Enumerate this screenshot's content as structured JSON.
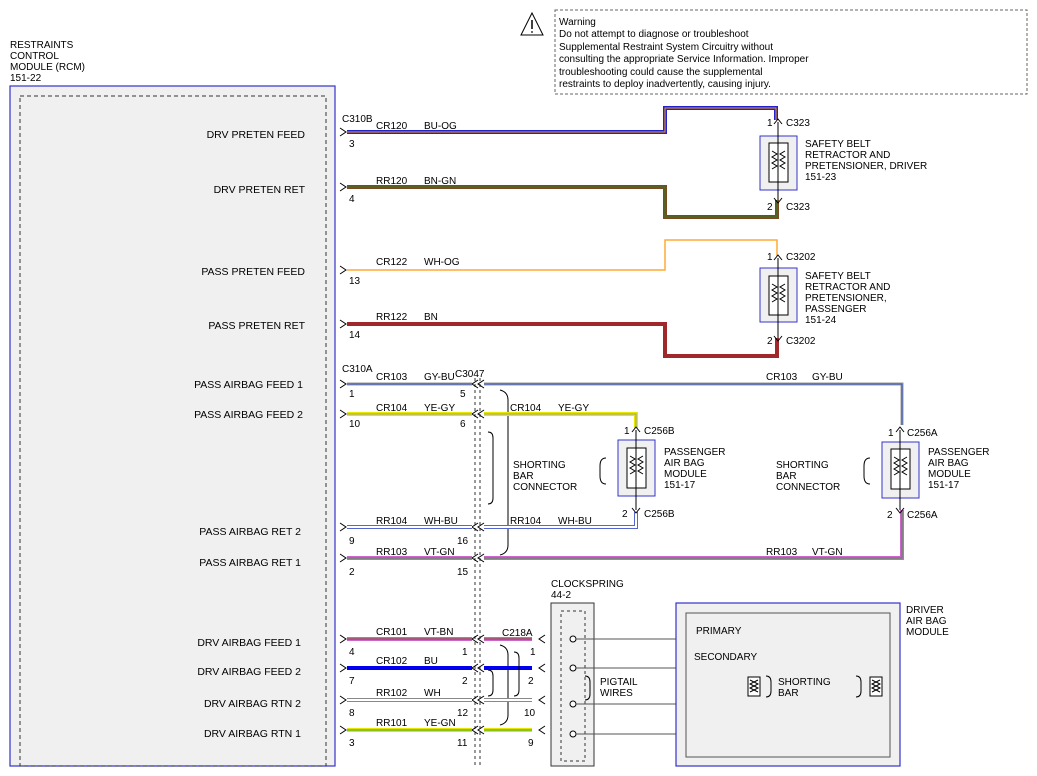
{
  "warning": {
    "title": "Warning",
    "lines": [
      "Do not attempt to diagnose or troubleshoot",
      "Supplemental Restraint System Circuitry without",
      "consulting the appropriate Service Information. Improper",
      "troubleshooting could cause the supplemental",
      "restraints to deploy inadvertently, causing injury."
    ]
  },
  "rcm": {
    "title_lines": [
      "RESTRAINTS",
      "CONTROL",
      "MODULE (RCM)",
      "151-22"
    ],
    "connector_b": "C310B",
    "connector_a": "C310A",
    "pins": [
      {
        "label": "DRV PRETEN FEED",
        "pin": "3"
      },
      {
        "label": "DRV PRETEN RET",
        "pin": "4"
      },
      {
        "label": "PASS PRETEN FEED",
        "pin": "13"
      },
      {
        "label": "PASS PRETEN RET",
        "pin": "14"
      },
      {
        "label": "PASS AIRBAG FEED 1",
        "pin": "1"
      },
      {
        "label": "PASS AIRBAG FEED 2",
        "pin": "10"
      },
      {
        "label": "PASS AIRBAG RET 2",
        "pin": "9"
      },
      {
        "label": "PASS AIRBAG RET 1",
        "pin": "2"
      },
      {
        "label": "DRV AIRBAG FEED 1",
        "pin": "4"
      },
      {
        "label": "DRV AIRBAG FEED 2",
        "pin": "7"
      },
      {
        "label": "DRV AIRBAG RTN 2",
        "pin": "8"
      },
      {
        "label": "DRV AIRBAG RTN 1",
        "pin": "3"
      }
    ]
  },
  "circuits": [
    {
      "circuit": "CR120",
      "color": "BU-OG"
    },
    {
      "circuit": "RR120",
      "color": "BN-GN"
    },
    {
      "circuit": "CR122",
      "color": "WH-OG"
    },
    {
      "circuit": "RR122",
      "color": "BN"
    },
    {
      "circuit": "CR103",
      "color": "GY-BU"
    },
    {
      "circuit": "CR104",
      "color": "YE-GY"
    },
    {
      "circuit": "RR104",
      "color": "WH-BU"
    },
    {
      "circuit": "RR103",
      "color": "VT-GN"
    },
    {
      "circuit": "CR101",
      "color": "VT-BN"
    },
    {
      "circuit": "CR102",
      "color": "BU"
    },
    {
      "circuit": "RR102",
      "color": "WH"
    },
    {
      "circuit": "RR101",
      "color": "YE-GN"
    }
  ],
  "right_circuits": {
    "cr103": {
      "circuit": "CR103",
      "color": "GY-BU"
    },
    "cr104": {
      "circuit": "CR104",
      "color": "YE-GY"
    },
    "rr104": {
      "circuit": "RR104",
      "color": "WH-BU"
    },
    "rr103": {
      "circuit": "RR103",
      "color": "VT-GN"
    }
  },
  "c3047": {
    "name": "C3047",
    "pins": [
      "5",
      "6",
      "16",
      "15",
      "1",
      "2",
      "12",
      "11"
    ]
  },
  "c218a": {
    "name": "C218A",
    "pins": [
      "1",
      "2",
      "10",
      "9"
    ]
  },
  "driver_pret": {
    "name_lines": [
      "SAFETY BELT",
      "RETRACTOR AND",
      "PRETENSIONER, DRIVER",
      "151-23"
    ],
    "top_conn": "C323",
    "bottom_conn": "C323",
    "top_pin": "1",
    "bottom_pin": "2"
  },
  "pass_pret": {
    "name_lines": [
      "SAFETY BELT",
      "RETRACTOR AND",
      "PRETENSIONER,",
      "PASSENGER",
      "151-24"
    ],
    "top_conn": "C3202",
    "bottom_conn": "C3202",
    "top_pin": "1",
    "bottom_pin": "2"
  },
  "pab_b": {
    "name_lines": [
      "PASSENGER",
      "AIR BAG",
      "MODULE",
      "151-17"
    ],
    "top_conn": "C256B",
    "bottom_conn": "C256B",
    "top_pin": "1",
    "bottom_pin": "2",
    "shorting_lines": [
      "SHORTING",
      "BAR",
      "CONNECTOR"
    ]
  },
  "pab_a": {
    "name_lines": [
      "PASSENGER",
      "AIR BAG",
      "MODULE",
      "151-17"
    ],
    "top_conn": "C256A",
    "bottom_conn": "C256A",
    "top_pin": "1",
    "bottom_pin": "2",
    "shorting_lines": [
      "SHORTING",
      "BAR",
      "CONNECTOR"
    ]
  },
  "clockspring": {
    "name_lines": [
      "CLOCKSPRING",
      "44-2"
    ],
    "pigtail_lines": [
      "PIGTAIL",
      "WIRES"
    ]
  },
  "driver_airbag": {
    "name_lines": [
      "DRIVER",
      "AIR BAG",
      "MODULE"
    ],
    "primary": "PRIMARY",
    "secondary": "SECONDARY",
    "shorting_lines": [
      "SHORTING",
      "BAR"
    ]
  },
  "colors": {
    "blue_border": "#3333cc",
    "panel_fill": "#f0f0f0",
    "bu_og_a": "#2222cc",
    "bu_og_b": "#ff9900",
    "bn_gn_a": "#7a4a1e",
    "bn_gn_b": "#2d7a2d",
    "wh_og": "#ffaa33",
    "bn": "#a0282a",
    "gy_bu_a": "#999999",
    "gy_bu_b": "#3355cc",
    "ye_gy_a": "#e6e600",
    "ye_gy_b": "#999999",
    "wh_bu_a": "#ffffff",
    "wh_bu_b": "#5566cc",
    "vt_gn_a": "#cc66cc",
    "vt_gn_b": "#339933",
    "vt_bn_a": "#cc66cc",
    "vt_bn_b": "#7a4a1e",
    "bu": "#0000ee",
    "wh": "#ffffff",
    "ye_gn_a": "#e6e600",
    "ye_gn_b": "#339933"
  }
}
